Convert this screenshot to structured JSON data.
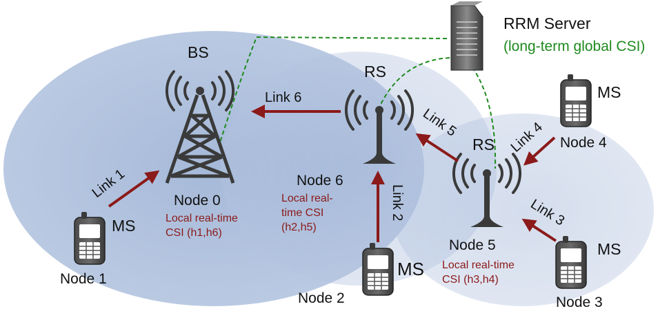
{
  "server": {
    "name": "RRM Server",
    "subtitle": "(long-term global CSI)"
  },
  "bs": {
    "type": "BS",
    "node": "Node 0",
    "csi_line1": "Local real-time",
    "csi_line2": "CSI (h1,h6)"
  },
  "rs_left": {
    "type": "RS",
    "node": "Node 6",
    "csi_line1": "Local real-",
    "csi_line2": "time CSI",
    "csi_line3": "(h2,h5)"
  },
  "rs_right": {
    "type": "RS",
    "node": "Node 5",
    "csi_line1": "Local real-time",
    "csi_line2": "CSI (h3,h4)"
  },
  "ms_node1": {
    "type": "MS",
    "node": "Node 1"
  },
  "ms_node2": {
    "type": "MS",
    "node": "Node 2"
  },
  "ms_node3": {
    "type": "MS",
    "node": "Node 3"
  },
  "ms_node4": {
    "type": "MS",
    "node": "Node 4"
  },
  "links": {
    "link1": "Link 1",
    "link2": "Link 2",
    "link3": "Link 3",
    "link4": "Link 4",
    "link5": "Link 5",
    "link6": "Link 6"
  },
  "colors": {
    "cell_fill": "#5b7fb8",
    "arrow": "#8b1a1a",
    "csi_text": "#8b1a1a",
    "dashed_line": "#1e8a1e",
    "subtitle": "#1e8a1e"
  }
}
